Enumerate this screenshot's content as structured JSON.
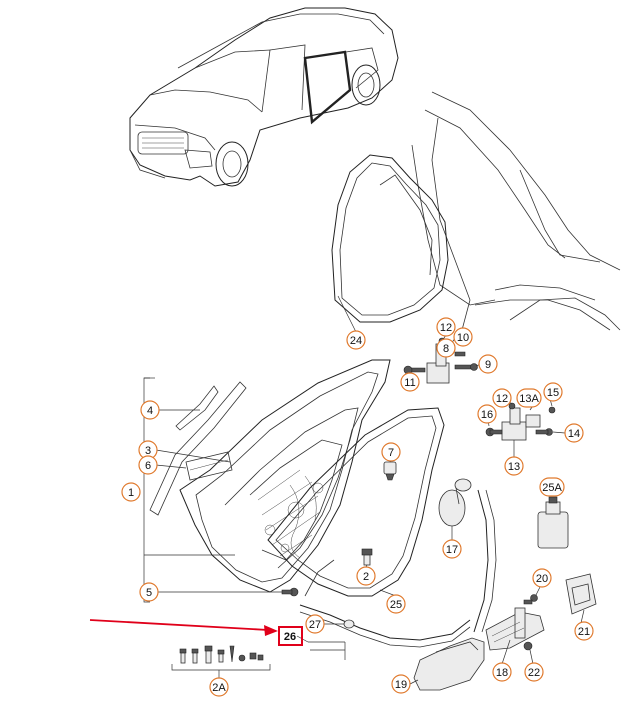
{
  "diagram": {
    "callouts": [
      {
        "id": "c24",
        "label": "24"
      },
      {
        "id": "c12a",
        "label": "12"
      },
      {
        "id": "c8",
        "label": "8"
      },
      {
        "id": "c10",
        "label": "10"
      },
      {
        "id": "c9",
        "label": "9"
      },
      {
        "id": "c11",
        "label": "11"
      },
      {
        "id": "c12b",
        "label": "12"
      },
      {
        "id": "c13a",
        "label": "13A"
      },
      {
        "id": "c15",
        "label": "15"
      },
      {
        "id": "c16",
        "label": "16"
      },
      {
        "id": "c14",
        "label": "14"
      },
      {
        "id": "c13",
        "label": "13"
      },
      {
        "id": "c4",
        "label": "4"
      },
      {
        "id": "c3",
        "label": "3"
      },
      {
        "id": "c6",
        "label": "6"
      },
      {
        "id": "c1",
        "label": "1"
      },
      {
        "id": "c7",
        "label": "7"
      },
      {
        "id": "c25a",
        "label": "25A"
      },
      {
        "id": "c17",
        "label": "17"
      },
      {
        "id": "c2",
        "label": "2"
      },
      {
        "id": "c25",
        "label": "25"
      },
      {
        "id": "c5",
        "label": "5"
      },
      {
        "id": "c20",
        "label": "20"
      },
      {
        "id": "c21",
        "label": "21"
      },
      {
        "id": "c27",
        "label": "27"
      },
      {
        "id": "c26",
        "label": "26"
      },
      {
        "id": "c18",
        "label": "18"
      },
      {
        "id": "c22",
        "label": "22"
      },
      {
        "id": "c19",
        "label": "19"
      },
      {
        "id": "c2a",
        "label": "2A"
      }
    ],
    "highlight_color": "#e0001a",
    "callout_border_color": "#e07a2e"
  }
}
